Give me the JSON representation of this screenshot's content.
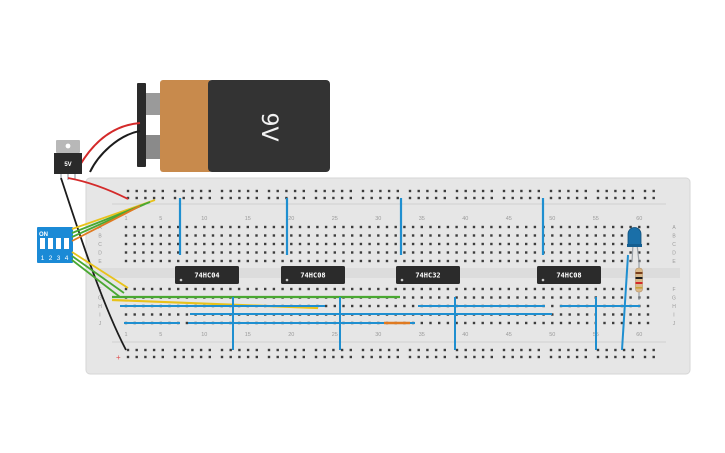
{
  "battery": {
    "label": "9V"
  },
  "regulator": {
    "label": "5V"
  },
  "dip_switch": {
    "on_label": "ON",
    "numbers": [
      "1",
      "2",
      "3",
      "4"
    ]
  },
  "chips": [
    {
      "label": "74HC04"
    },
    {
      "label": "74HC08"
    },
    {
      "label": "74HC32"
    },
    {
      "label": "74HC08"
    }
  ],
  "breadboard": {
    "column_numbers": [
      "1",
      "5",
      "10",
      "15",
      "20",
      "25",
      "30",
      "35",
      "40",
      "45",
      "50",
      "55",
      "60"
    ],
    "rows_top": [
      "A",
      "B",
      "C",
      "D",
      "E"
    ],
    "rows_bottom": [
      "F",
      "G",
      "H",
      "I",
      "J"
    ],
    "rail_minus": "-",
    "rail_plus": "+"
  },
  "colors": {
    "board": "#e6e6e6",
    "hole": "#3c3c3c",
    "chip": "#2b2b2b",
    "wire_red": "#d42a2a",
    "wire_black": "#1c1c1c",
    "wire_green": "#4aa832",
    "wire_yellow": "#e8c21a",
    "wire_blue": "#1f8fd0",
    "wire_orange": "#e07a20",
    "dip_blue": "#1b8ad6",
    "led": "#1a6fa8",
    "battery_copper": "#c88a4c",
    "battery_body": "#333333"
  }
}
